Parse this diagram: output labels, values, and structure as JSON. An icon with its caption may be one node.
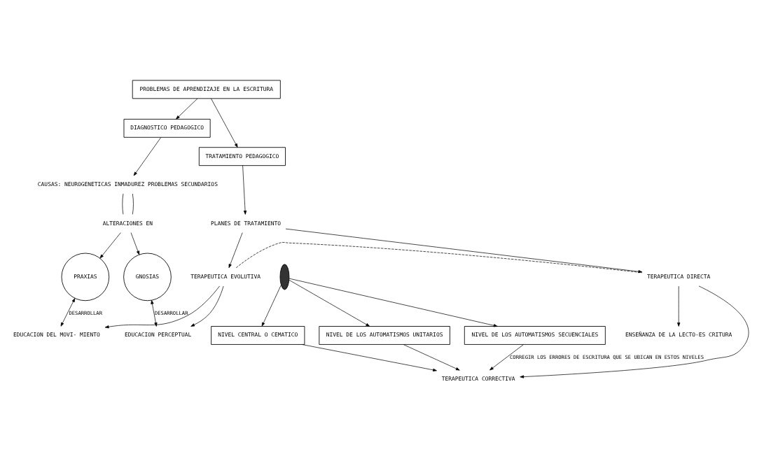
{
  "diagram": {
    "nodes": [
      {
        "text": [
          "PROBLEMAS DE APRENDIZAJE EN LA ESCRITURA"
        ]
      },
      {
        "text": [
          "DIAGNOSTICO PEDAGOGICO"
        ]
      },
      {
        "text": [
          "TRATAMIENTO PEDAGOGICO"
        ]
      },
      {
        "text": [
          "CAUSAS: NEUROGENETICAS INMADUREZ PROBLEMAS SECUNDARIOS"
        ]
      },
      {
        "text": [
          "PLANES DE TRATAMIENTO"
        ]
      },
      {
        "text": [
          "TERAPEUTICA EVOLUTIVA"
        ]
      },
      {
        "text": [
          "TERAPEUTICA DIRECTA"
        ]
      },
      {
        "text": [
          "ALTERACIONES EN"
        ]
      },
      {
        "text": [
          "EDUCACION PERCEPTUAL"
        ]
      },
      {
        "text": [
          "EDUCACION DEL MOVI- MIENTO"
        ]
      },
      {
        "text": [
          "ENSEÑANZA DE LA LECTO-ES CRITURA"
        ]
      },
      {
        "text": [
          "TERAPEUTICA CORRECTIVA"
        ]
      },
      {
        "text": [
          "GNOSIAS"
        ]
      },
      {
        "text": [
          "PRAXIAS"
        ]
      },
      {
        "text": [],
        "shape": "lens"
      },
      {
        "text": [
          "NIVEL DE LOS AUTOMATISMOS UNITARIOS"
        ]
      },
      {
        "text": [
          "NIVEL DE LOS AUTOMATISMOS SECUENCIALES"
        ]
      },
      {
        "text": [
          "NIVEL CENTRAL O CEMATICO"
        ]
      }
    ],
    "edges": [
      {
        "from": 0,
        "to": 1,
        "arrow": "to"
      },
      {
        "from": 0,
        "to": 2,
        "arrow": "to"
      },
      {
        "from": 1,
        "to": 3,
        "arrow": "to"
      },
      {
        "from": 2,
        "to": 4,
        "arrow": "to"
      },
      {
        "from": 4,
        "to": 5,
        "arrow": "to"
      },
      {
        "from": 4,
        "to": 6,
        "arrow": "to"
      },
      {
        "from": 5,
        "to": 6,
        "arrow": "none",
        "style": "dashed"
      },
      {
        "from": 3,
        "to": 7,
        "arrow": "none"
      },
      {
        "from": 3,
        "to": 7,
        "arrow": "none"
      },
      {
        "from": 5,
        "to": 8,
        "arrow": "to"
      },
      {
        "from": 5,
        "to": 9,
        "arrow": "to"
      },
      {
        "from": 6,
        "to": 10,
        "arrow": "to"
      },
      {
        "from": 6,
        "to": 11,
        "arrow": "to"
      },
      {
        "from": 7,
        "to": 12,
        "arrow": "to"
      },
      {
        "from": 7,
        "to": 13,
        "arrow": "to"
      },
      {
        "from": 12,
        "to": 8,
        "arrow": "both",
        "label": "DESARROLLAR"
      },
      {
        "from": 13,
        "to": 9,
        "arrow": "both",
        "label": "DESARROLLAR"
      },
      {
        "from": 14,
        "to": 15,
        "arrow": "to"
      },
      {
        "from": 14,
        "to": 16,
        "arrow": "to"
      },
      {
        "from": 14,
        "to": 17,
        "arrow": "to"
      },
      {
        "from": 15,
        "to": 11,
        "arrow": "to"
      },
      {
        "from": 16,
        "to": 11,
        "arrow": "to",
        "label": "CORREGIR LOS ERRORES DE ESCRITURA QUE SE UBICAN EN ESTOS NIVELES"
      },
      {
        "from": 17,
        "to": 11,
        "arrow": "to"
      }
    ]
  }
}
